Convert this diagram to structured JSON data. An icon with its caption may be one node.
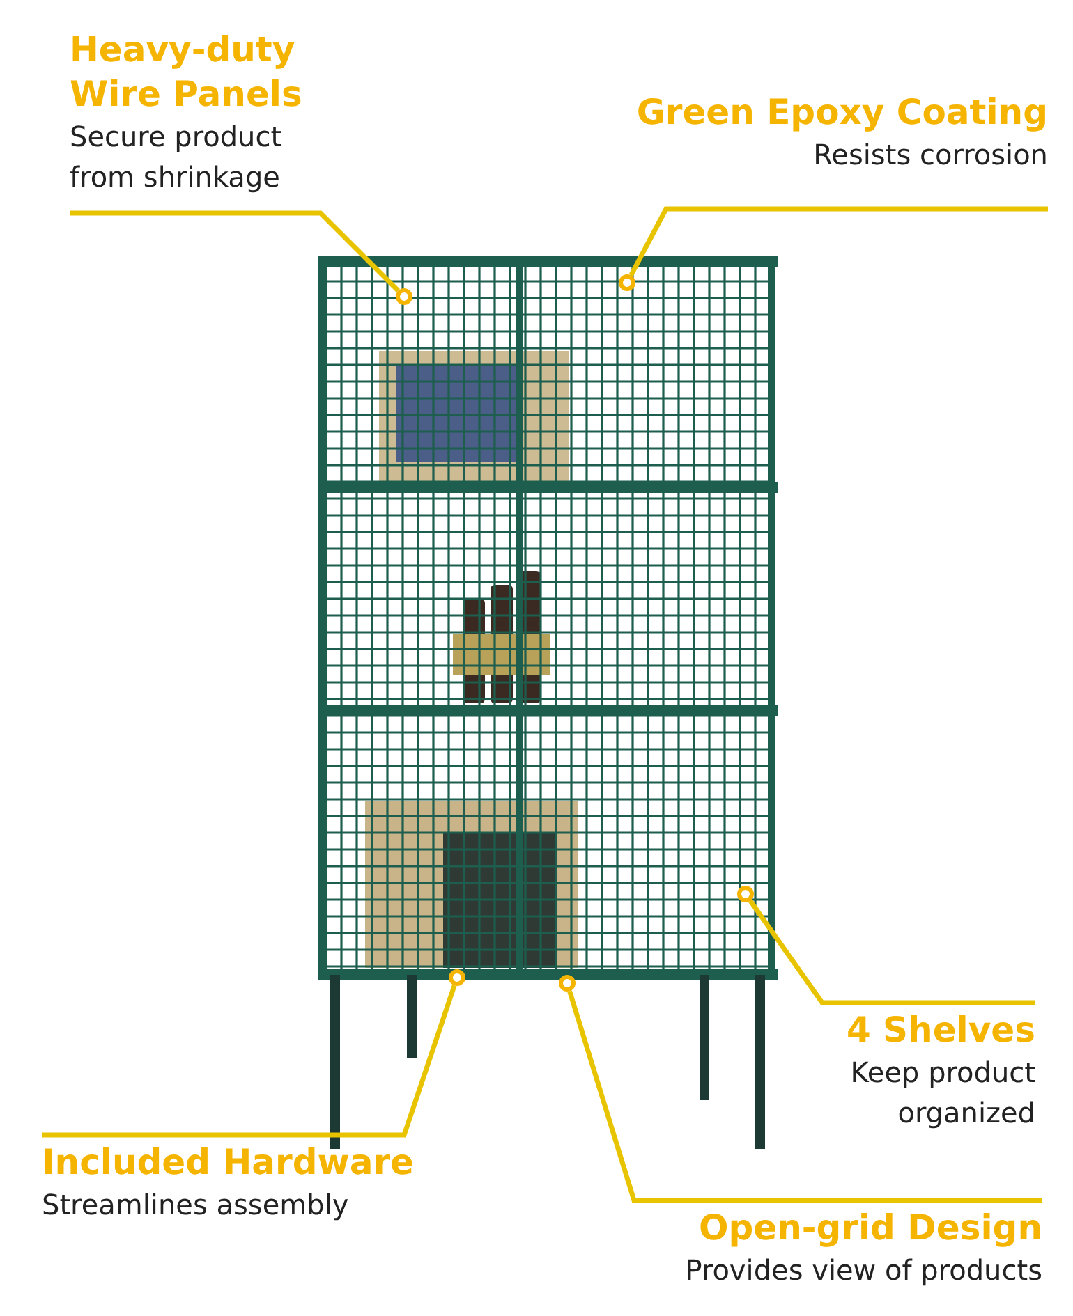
{
  "diagram": {
    "nodes": [
      {
        "text": [
          "Heavy-duty Wire Panels",
          "Secure product from shrinkage"
        ]
      },
      {
        "text": [
          "Green Epoxy Coating",
          "Resists corrosion"
        ]
      },
      {
        "text": [
          "4 Shelves",
          "Keep product organized"
        ]
      },
      {
        "text": [
          "Included Hardware",
          "Streamlines assembly"
        ]
      },
      {
        "text": [
          "Open-grid Design",
          "Provides view of products"
        ]
      },
      {
        "text": [],
        "shape": "circle"
      },
      {
        "text": [],
        "shape": "circle"
      },
      {
        "text": [],
        "shape": "circle"
      },
      {
        "text": [],
        "shape": "circle"
      },
      {
        "text": [],
        "shape": "circle"
      }
    ],
    "edges": [
      {
        "from": 0,
        "to": 6,
        "arrow": "none"
      },
      {
        "from": 1,
        "to": 5,
        "arrow": "none"
      },
      {
        "from": 2,
        "to": 7,
        "arrow": "none"
      },
      {
        "from": 3,
        "to": 8,
        "arrow": "none"
      },
      {
        "from": 4,
        "to": 9,
        "arrow": "none"
      }
    ]
  }
}
